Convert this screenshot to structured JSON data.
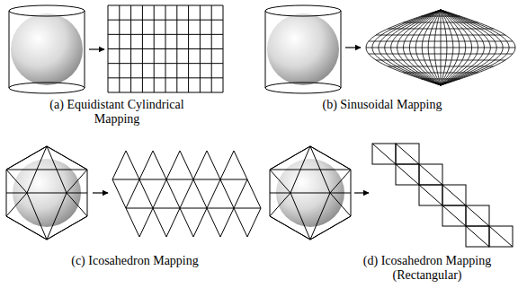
{
  "diagram": {
    "labels": [
      "(a) Equidistant Cylindrical Mapping",
      "(b) Sinusoidal Mapping",
      "(c) Icosahedron Mapping",
      "(d) Icosahedron Mapping (Rectangular)"
    ]
  }
}
